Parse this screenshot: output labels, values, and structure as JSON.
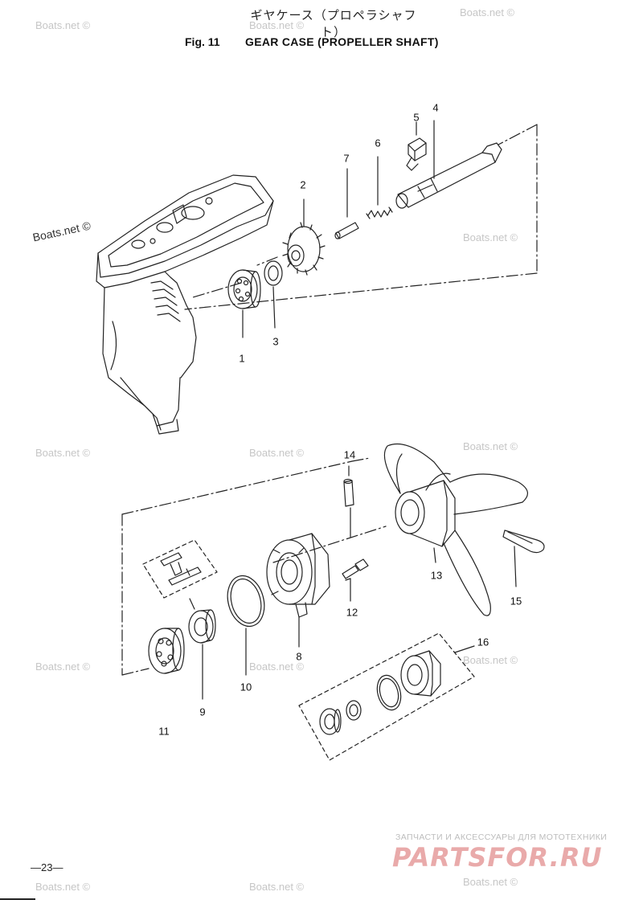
{
  "header": {
    "title_jp": "ギヤケース（プロペラシャフト）",
    "fig_label": "Fig. 11",
    "title": "GEAR CASE (PROPELLER SHAFT)"
  },
  "callouts": [
    "1",
    "2",
    "3",
    "4",
    "5",
    "6",
    "7",
    "8",
    "9",
    "10",
    "11",
    "12",
    "13",
    "14",
    "15",
    "16"
  ],
  "watermark": "Boats.net ©",
  "footer": {
    "page_number": "—23—",
    "shop_tagline": "ЗАПЧАСТИ И АКСЕССУАРЫ ДЛЯ МОТОТЕХНИКИ",
    "shop_logo": "PARTSFOR.RU"
  }
}
